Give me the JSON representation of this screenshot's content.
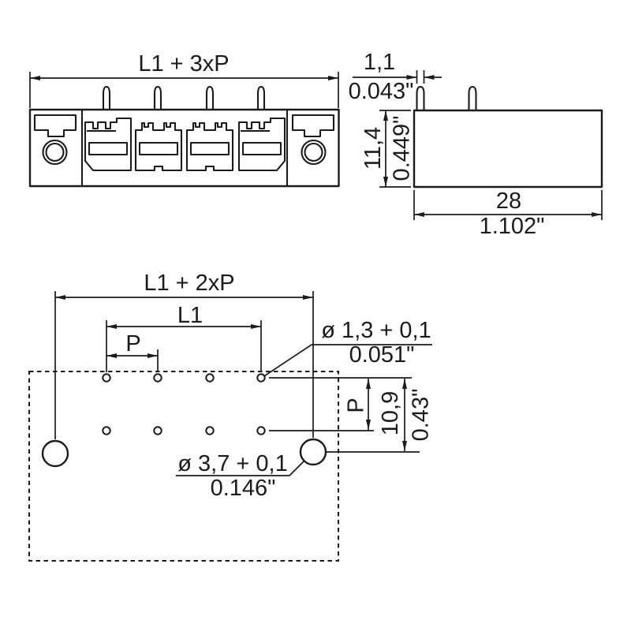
{
  "drawing": {
    "type": "technical-dimension-drawing",
    "views": {
      "front": {
        "name": "connector front view",
        "pole_count": 4,
        "flange_count": 2
      },
      "side": {
        "name": "connector side view",
        "visible_pins": 2
      },
      "board": {
        "name": "pcb drilling plan",
        "small_holes_per_row": 4,
        "rows": 2,
        "large_holes": 2
      }
    }
  },
  "dimensions": {
    "front_width": "L1 + 3xP",
    "pin_width_mm": "1,1",
    "pin_width_inch": "0.043\"",
    "body_height_mm": "11,4",
    "body_height_inch": "0.449\"",
    "body_depth_mm": "28",
    "body_depth_inch": "1.102\"",
    "hole_span": "L1 + 2xP",
    "row_span": "L1",
    "pitch": "P",
    "pin_hole_dia_mm": "ø 1,3 + 0,1",
    "pin_hole_dia_inch": "0.051\"",
    "row_pitch": "P",
    "row_offset_mm": "10,9",
    "row_offset_inch": "0.43\"",
    "flange_hole_dia_mm": "ø 3,7 + 0,1",
    "flange_hole_dia_inch": "0.146\""
  },
  "colors": {
    "line": "#1b1b1b",
    "background": "#ffffff"
  }
}
